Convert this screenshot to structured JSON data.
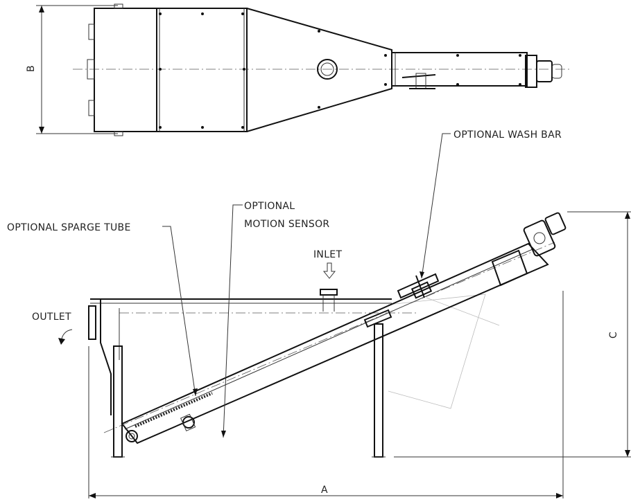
{
  "labels": {
    "wash_bar": "OPTIONAL WASH BAR",
    "motion_sensor_line1": "OPTIONAL",
    "motion_sensor_line2": "MOTION SENSOR",
    "sparge_tube": "OPTIONAL SPARGE TUBE",
    "inlet": "INLET",
    "outlet": "OUTLET"
  },
  "dimensions": {
    "a": "A",
    "b": "B",
    "c": "C"
  },
  "colors": {
    "line": "#1a1a1a",
    "background": "#ffffff",
    "ghost": "#bbbbbb"
  }
}
